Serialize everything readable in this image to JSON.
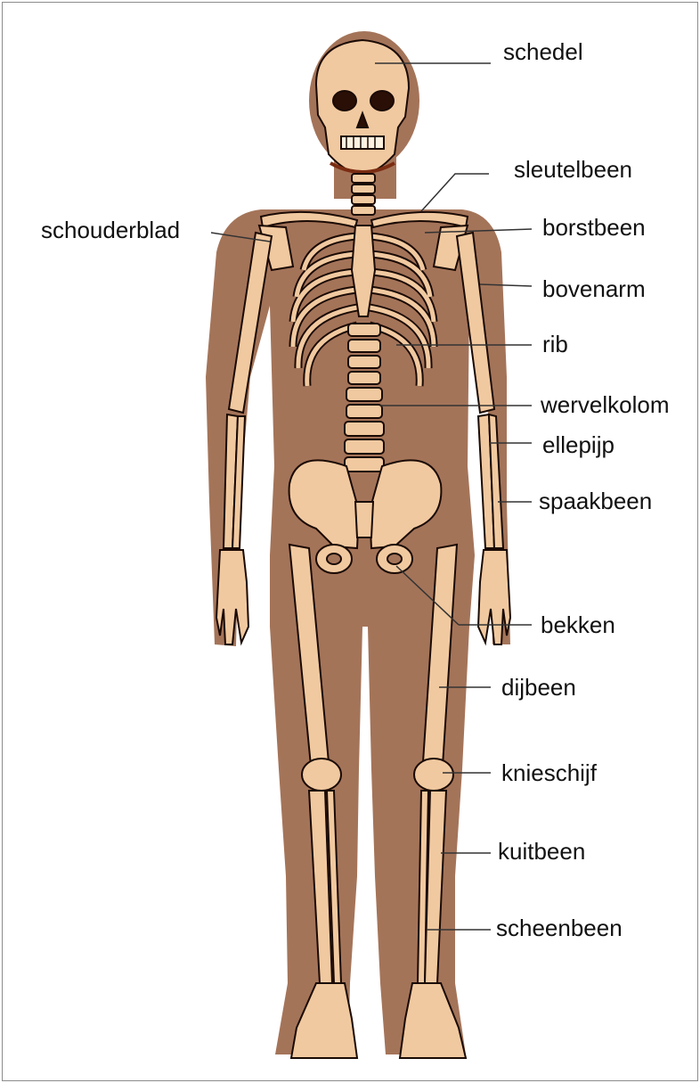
{
  "labels": {
    "schedel": "schedel",
    "sleutelbeen": "sleutelbeen",
    "schouderblad": "schouderblad",
    "borstbeen": "borstbeen",
    "bovenarm": "bovenarm",
    "rib": "rib",
    "wervelkolom": "wervelkolom",
    "ellepijp": "ellepijp",
    "spaakbeen": "spaakbeen",
    "bekken": "bekken",
    "dijbeen": "dijbeen",
    "knieschijf": "knieschijf",
    "kuitbeen": "kuitbeen",
    "scheenbeen": "scheenbeen"
  },
  "colors": {
    "silhouette": "#a47459",
    "bone": "#f1c9a0",
    "bone_shadow": "#7a2c12",
    "bone_outline": "#1a0a04",
    "leader_line": "#333333"
  }
}
